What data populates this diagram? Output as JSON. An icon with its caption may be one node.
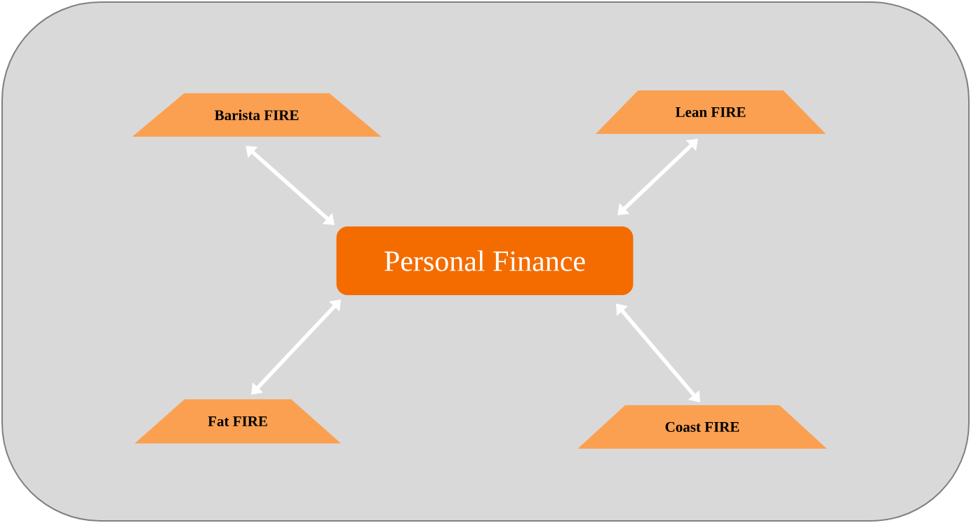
{
  "diagram": {
    "nodes": [
      {
        "text": [
          "Barista FIRE"
        ]
      },
      {
        "text": [
          "Lean FIRE"
        ]
      },
      {
        "text": [
          "Personal Finance"
        ]
      },
      {
        "text": [
          "Fat FIRE"
        ]
      },
      {
        "text": [
          "Coast FIRE"
        ]
      }
    ],
    "edges": [
      {
        "from": 0,
        "to": 2,
        "arrow": "both"
      },
      {
        "from": 1,
        "to": 2,
        "arrow": "both"
      },
      {
        "from": 3,
        "to": 2,
        "arrow": "both"
      },
      {
        "from": 4,
        "to": 2,
        "arrow": "both"
      }
    ]
  }
}
